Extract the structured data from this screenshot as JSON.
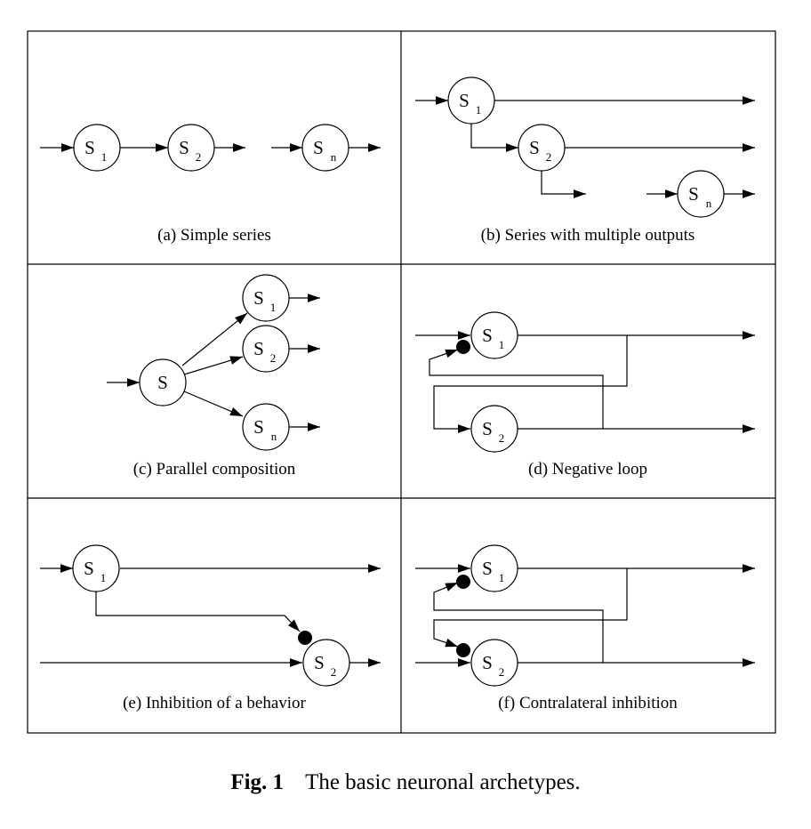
{
  "figure": {
    "number": "Fig. 1",
    "title": "The basic neuronal archetypes."
  },
  "panels": [
    {
      "id": "a",
      "caption": "(a) Simple series",
      "nodes": [
        {
          "id": "a-s1",
          "label": "S",
          "sub": "1"
        },
        {
          "id": "a-s2",
          "label": "S",
          "sub": "2"
        },
        {
          "id": "a-sn",
          "label": "S",
          "sub": "n"
        }
      ]
    },
    {
      "id": "b",
      "caption": "(b) Series with multiple outputs",
      "nodes": [
        {
          "id": "b-s1",
          "label": "S",
          "sub": "1"
        },
        {
          "id": "b-s2",
          "label": "S",
          "sub": "2"
        },
        {
          "id": "b-sn",
          "label": "S",
          "sub": "n"
        }
      ]
    },
    {
      "id": "c",
      "caption": "(c) Parallel composition",
      "nodes": [
        {
          "id": "c-s",
          "label": "S",
          "sub": ""
        },
        {
          "id": "c-s1",
          "label": "S",
          "sub": "1"
        },
        {
          "id": "c-s2",
          "label": "S",
          "sub": "2"
        },
        {
          "id": "c-sn",
          "label": "S",
          "sub": "n"
        }
      ]
    },
    {
      "id": "d",
      "caption": "(d) Negative loop",
      "nodes": [
        {
          "id": "d-s1",
          "label": "S",
          "sub": "1"
        },
        {
          "id": "d-s2",
          "label": "S",
          "sub": "2"
        }
      ]
    },
    {
      "id": "e",
      "caption": "(e) Inhibition of a behavior",
      "nodes": [
        {
          "id": "e-s1",
          "label": "S",
          "sub": "1"
        },
        {
          "id": "e-s2",
          "label": "S",
          "sub": "2"
        }
      ]
    },
    {
      "id": "f",
      "caption": "(f) Contralateral inhibition",
      "nodes": [
        {
          "id": "f-s1",
          "label": "S",
          "sub": "1"
        },
        {
          "id": "f-s2",
          "label": "S",
          "sub": "2"
        }
      ]
    }
  ]
}
